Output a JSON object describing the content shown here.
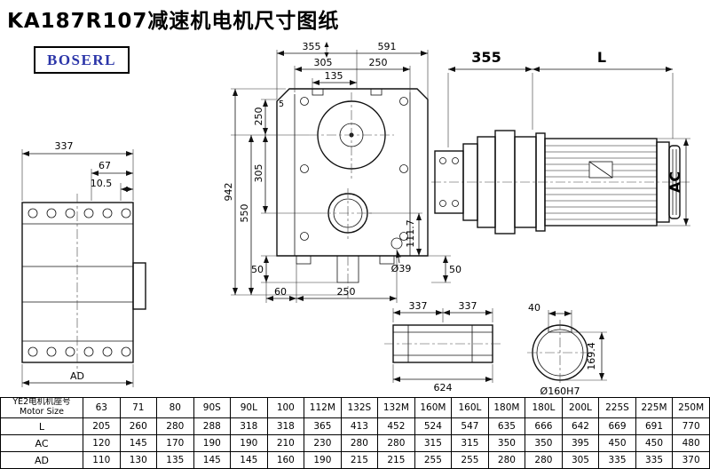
{
  "title": "KA187R107减速机电机尺寸图纸",
  "logo": "BOSERL",
  "dims": {
    "lv_337": "337",
    "lv_67": "67",
    "lv_10_5": "10.5",
    "lv_AD": "AD",
    "fv_355": "355",
    "fv_591": "591",
    "fv_305": "305",
    "fv_250": "250",
    "fv_135": "135",
    "fv_5": "5",
    "fv_250v": "250",
    "fv_305v": "305",
    "fv_550": "550",
    "fv_942": "942",
    "fv_111_7": "111.7",
    "fv_50a": "50",
    "fv_60": "60",
    "fv_250b": "250",
    "fv_dia39": "Ø39",
    "fv_50b": "50",
    "mv_355": "355",
    "mv_L": "L",
    "mv_AC": "AC",
    "sv_337a": "337",
    "sv_337b": "337",
    "sv_624": "624",
    "ev_40": "40",
    "ev_169_4": "169.4",
    "ev_dia160": "Ø160H7"
  },
  "table": {
    "header_cn": "YE2电机机座号",
    "header_en": "Motor Size",
    "columns": [
      "63",
      "71",
      "80",
      "90S",
      "90L",
      "100",
      "112M",
      "132S",
      "132M",
      "160M",
      "160L",
      "180M",
      "180L",
      "200L",
      "225S",
      "225M",
      "250M"
    ],
    "rows": [
      {
        "label": "L",
        "values": [
          "205",
          "260",
          "280",
          "288",
          "318",
          "318",
          "365",
          "413",
          "452",
          "524",
          "547",
          "635",
          "666",
          "642",
          "669",
          "691",
          "770"
        ]
      },
      {
        "label": "AC",
        "values": [
          "120",
          "145",
          "170",
          "190",
          "190",
          "210",
          "230",
          "280",
          "280",
          "315",
          "315",
          "350",
          "350",
          "395",
          "450",
          "450",
          "480"
        ]
      },
      {
        "label": "AD",
        "values": [
          "110",
          "130",
          "135",
          "145",
          "145",
          "160",
          "190",
          "215",
          "215",
          "255",
          "255",
          "280",
          "280",
          "305",
          "335",
          "335",
          "370"
        ]
      }
    ]
  }
}
